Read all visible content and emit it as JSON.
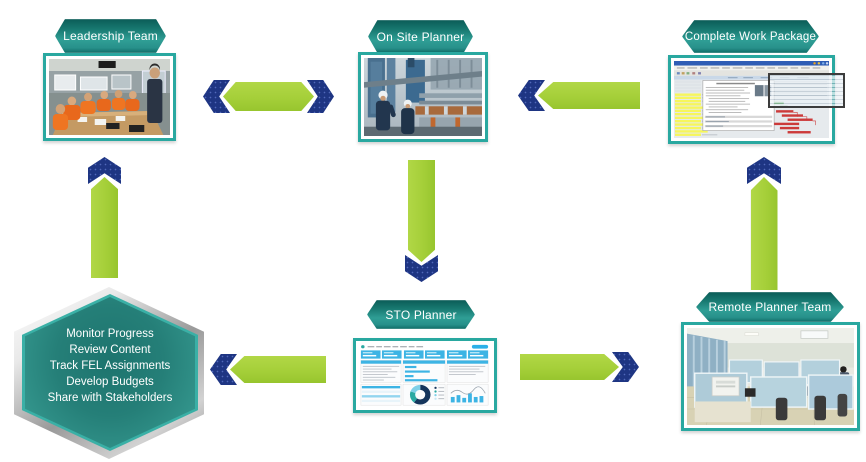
{
  "banners": {
    "leadership": "Leadership Team",
    "onsite": "On Site Planner",
    "cwp": "Complete Work Package",
    "sto": "STO Planner",
    "remote": "Remote Planner Team"
  },
  "hexagon": {
    "lines": [
      "Monitor Progress",
      "Review Content",
      "Track FEL Assignments",
      "Develop Budgets",
      "Share with Stakeholders"
    ]
  },
  "connectors": [
    {
      "name": "leadership-onsite",
      "direction": "both",
      "orientation": "horizontal"
    },
    {
      "name": "cwp-onsite",
      "direction": "left",
      "orientation": "horizontal"
    },
    {
      "name": "hexagon-leadership",
      "direction": "up",
      "orientation": "vertical"
    },
    {
      "name": "onsite-sto",
      "direction": "down",
      "orientation": "vertical"
    },
    {
      "name": "remote-cwp",
      "direction": "up",
      "orientation": "vertical"
    },
    {
      "name": "sto-hexagon",
      "direction": "left",
      "orientation": "horizontal"
    },
    {
      "name": "sto-remote",
      "direction": "right",
      "orientation": "horizontal"
    }
  ],
  "colors": {
    "banner_teal_dark": "#0b5c57",
    "banner_teal_light": "#2f9e95",
    "photo_frame_teal": "#29a8a0",
    "arrow_green": "#a5cf39",
    "arrow_navy": "#1e3583",
    "hexagon_teal": "#257f78",
    "hexagon_silver": "#c7c7c7",
    "callout_border": "#3c3c3c"
  }
}
